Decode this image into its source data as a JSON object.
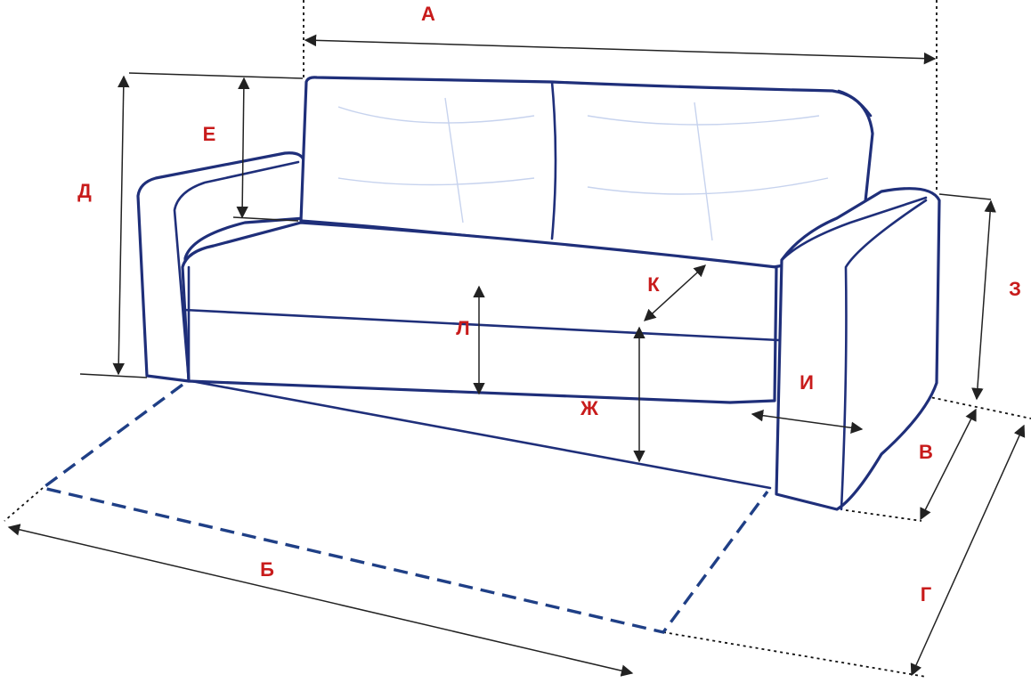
{
  "labels": {
    "A": "А",
    "B": "Б",
    "V": "В",
    "G": "Г",
    "D": "Д",
    "E": "Е",
    "ZH": "Ж",
    "Z": "З",
    "I": "И",
    "K": "К",
    "L": "Л"
  },
  "colors": {
    "outline": "#1f2f7a",
    "bed_dash": "#1f3f86",
    "label": "#c81b1b",
    "dimension": "#222222"
  }
}
